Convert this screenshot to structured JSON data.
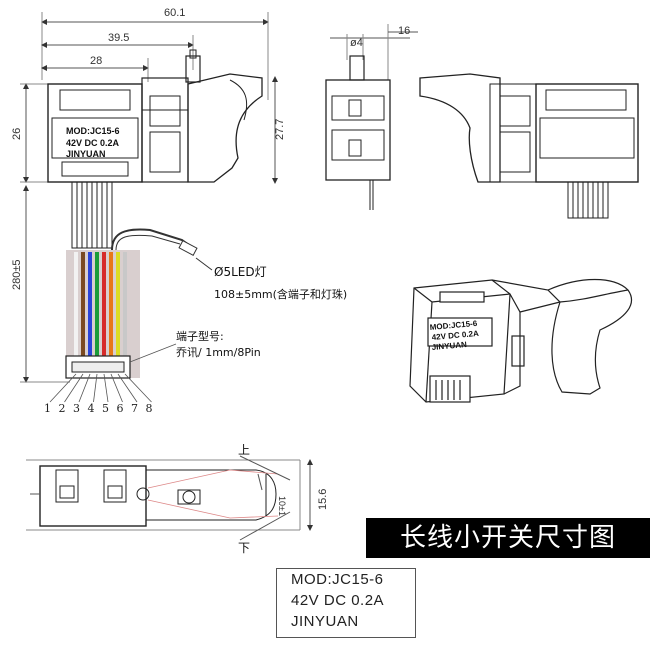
{
  "dimensions": {
    "overall_length": "60.1",
    "length_39": "39.5",
    "length_28": "28",
    "height_26": "26",
    "height_27": "27.7",
    "cable_length": "280±5",
    "button_dia": "ø4",
    "side_width": "16",
    "travel": "10±1",
    "width_15": "15.6"
  },
  "module_label": {
    "model": "MOD:JC15-6",
    "rating": "42V  DC  0.2A",
    "brand": "JINYUAN"
  },
  "led_note": {
    "line1": "Ø5LED灯",
    "line2": "108±5mm(含端子和灯珠)"
  },
  "connector_note": {
    "line1": "端子型号:",
    "line2": "乔讯/ 1mm/8Pin"
  },
  "pin_numbers": [
    "1",
    "2",
    "3",
    "4",
    "5",
    "6",
    "7",
    "8"
  ],
  "direction_up": "上",
  "direction_down": "下",
  "title": "长线小开关尺寸图",
  "plate": {
    "model": "MOD:JC15-6",
    "rating": "42V  DC  0.2A",
    "brand": "JINYUAN"
  },
  "wire_colors": [
    "#f2f2f2",
    "#7a4a22",
    "#2a44d8",
    "#1b9c3a",
    "#d62a2a",
    "#e87818",
    "#dddd22",
    "#c8c8c8"
  ]
}
